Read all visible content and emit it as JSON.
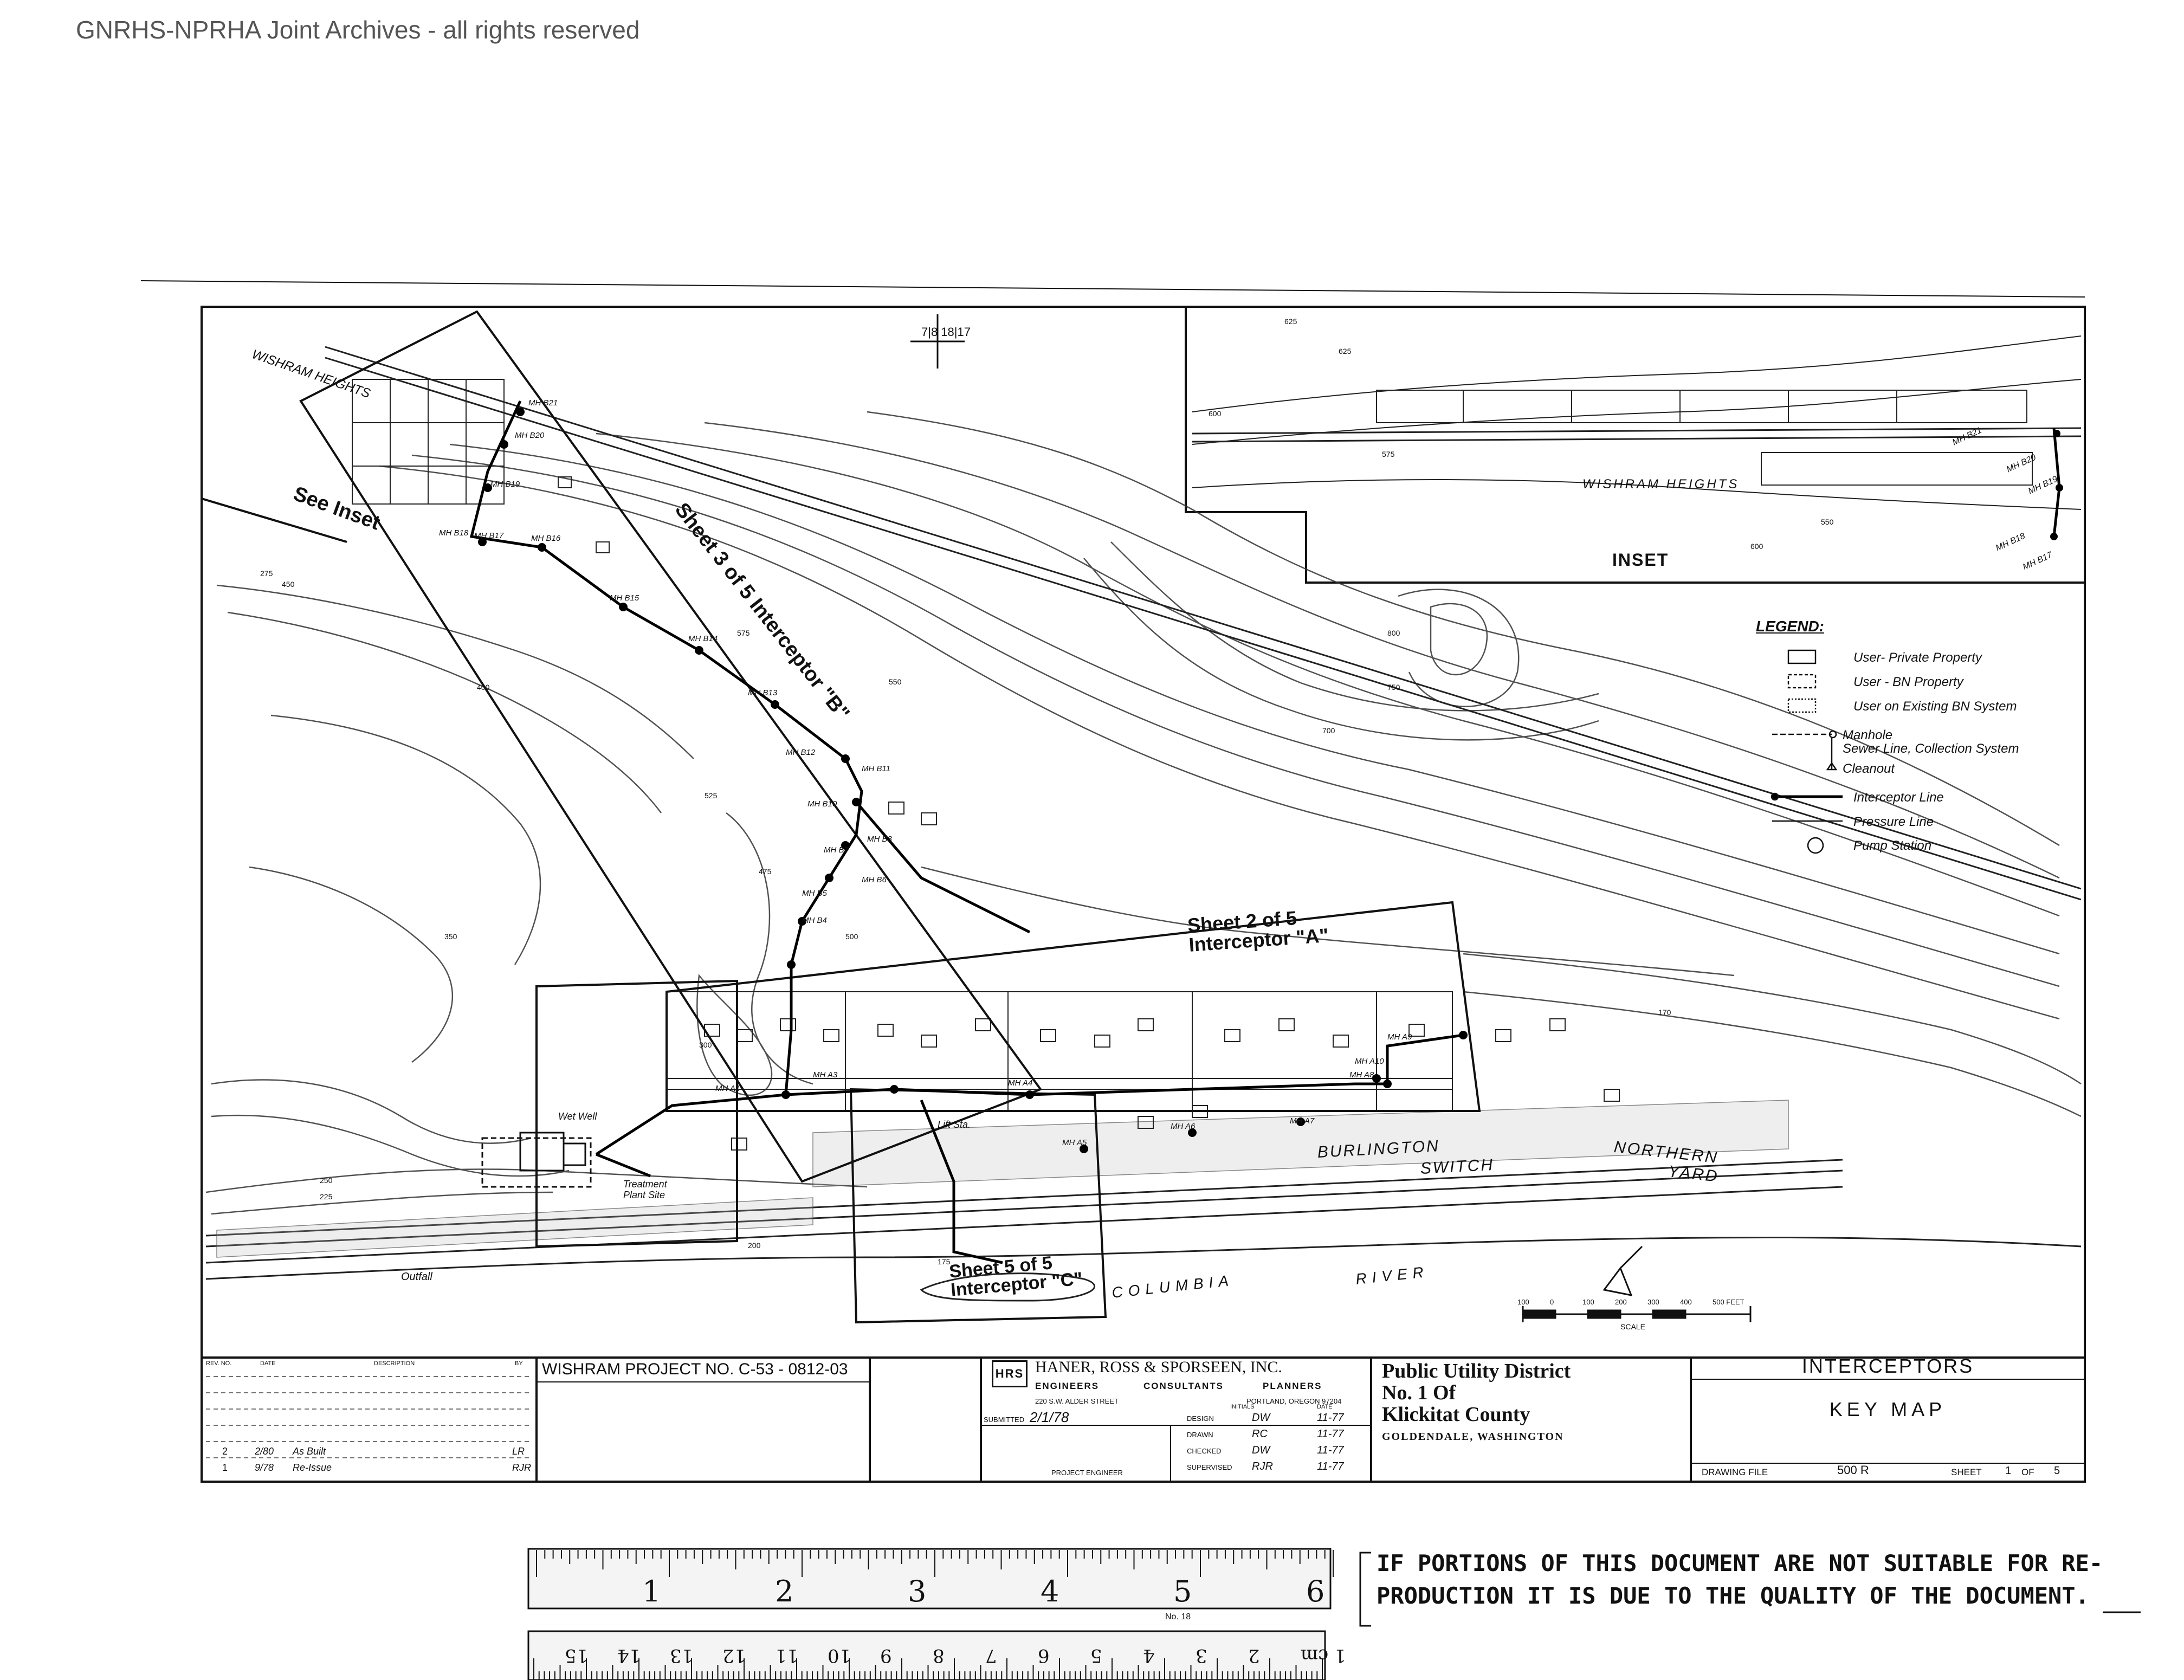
{
  "watermark": "GNRHS-NPRHA Joint Archives - all rights reserved",
  "map": {
    "labels": {
      "wishram_heights": "WISHRAM HEIGHTS",
      "see_inset": "See Inset",
      "sheet3": "Sheet 3 of 5 Interceptor \"B\"",
      "sheet2_line1": "Sheet 2 of 5",
      "sheet2_line2": "Interceptor \"A\"",
      "sheet5_line1": "Sheet 5 of 5",
      "sheet5_line2": "Interceptor \"C\"",
      "burlington": "BURLINGTON",
      "northern": "NORTHERN",
      "switch": "SWITCH",
      "yard": "YARD",
      "columbia": "COLUMBIA",
      "river": "RIVER",
      "treatment": "Treatment Plant Site",
      "wet_well": "Wet Well",
      "outfall": "Outfall",
      "lift_station": "Lift Sta.",
      "section": "7|8 18|17"
    },
    "manholes": [
      "MH B21",
      "MH B20",
      "MH B19",
      "MH B18",
      "MH B17",
      "MH B16",
      "MH B15",
      "MH B14",
      "MH B13",
      "MH B12",
      "MH B11",
      "MH B10",
      "MH B8",
      "MH B7",
      "MH B6",
      "MH B5",
      "MH B4",
      "MH A1",
      "MH A3",
      "MH A4",
      "MH A5",
      "MH A6",
      "MH A7",
      "MH A8",
      "MH A9",
      "MH A10"
    ],
    "contours": [
      "625",
      "600",
      "575",
      "550",
      "525",
      "500",
      "475",
      "450",
      "400",
      "350",
      "300",
      "275",
      "250",
      "225",
      "200",
      "175",
      "170",
      "700",
      "750",
      "800"
    ],
    "inset": {
      "title": "INSET",
      "label": "WISHRAM HEIGHTS",
      "manholes": [
        "MH B21",
        "MH B20",
        "MH B19",
        "MH B18",
        "MH B17"
      ],
      "contours": [
        "625",
        "600",
        "575",
        "550"
      ]
    },
    "scale": {
      "ticks": [
        "100",
        "0",
        "100",
        "200",
        "300",
        "400",
        "500 FEET"
      ],
      "label": "SCALE"
    }
  },
  "legend": {
    "title": "LEGEND:",
    "items": [
      "User- Private Property",
      "User - BN Property",
      "User on Existing BN System",
      "Manhole",
      "Sewer Line, Collection System",
      "Cleanout",
      "Interceptor Line",
      "Pressure Line",
      "Pump Station"
    ]
  },
  "title_block": {
    "rev_headers": [
      "REV. NO.",
      "DATE",
      "DESCRIPTION",
      "BY"
    ],
    "revisions": [
      {
        "no": "2",
        "date": "2/80",
        "desc": "As Built",
        "by": "LR"
      },
      {
        "no": "1",
        "date": "9/78",
        "desc": "Re-Issue",
        "by": "RJR"
      }
    ],
    "project": "WISHRAM PROJECT NO. C-53 - 0812-03",
    "firm": {
      "logo": "HRS",
      "name": "HANER, ROSS & SPORSEEN, INC.",
      "roles": [
        "ENGINEERS",
        "CONSULTANTS",
        "PLANNERS"
      ],
      "address": "220 S.W. ALDER STREET",
      "city": "PORTLAND, OREGON 97204"
    },
    "submitted_label": "SUBMITTED",
    "submitted_date": "2/1/78",
    "engineer_label": "PROJECT ENGINEER",
    "initials_header": "INITIALS",
    "date_header": "DATE",
    "signoffs": [
      {
        "role": "DESIGN",
        "initials": "DW",
        "date": "11-77"
      },
      {
        "role": "DRAWN",
        "initials": "RC",
        "date": "11-77"
      },
      {
        "role": "CHECKED",
        "initials": "DW",
        "date": "11-77"
      },
      {
        "role": "SUPERVISED",
        "initials": "RJR",
        "date": "11-77"
      }
    ],
    "client": [
      "Public Utility District",
      "No. 1 Of",
      "Klickitat County"
    ],
    "client_city": "GOLDENDALE, WASHINGTON",
    "title1": "INTERCEPTORS",
    "title2": "KEY MAP",
    "drawing_file_label": "DRAWING FILE",
    "drawing_file": "500 R",
    "sheet_label": "SHEET",
    "sheet_no": "1",
    "of_label": "OF",
    "sheet_total": "5"
  },
  "ruler": {
    "inches": [
      "1",
      "2",
      "3",
      "4",
      "5",
      "6"
    ],
    "cm": [
      "1 cm",
      "2",
      "3",
      "4",
      "5",
      "6",
      "7",
      "8",
      "9",
      "10",
      "11",
      "12",
      "13",
      "14",
      "15"
    ],
    "model": "No. 18"
  },
  "notice": {
    "line1": "IF PORTIONS OF THIS DOCUMENT ARE NOT SUITABLE FOR RE-",
    "line2": "PRODUCTION IT IS DUE TO THE QUALITY OF THE DOCUMENT."
  }
}
